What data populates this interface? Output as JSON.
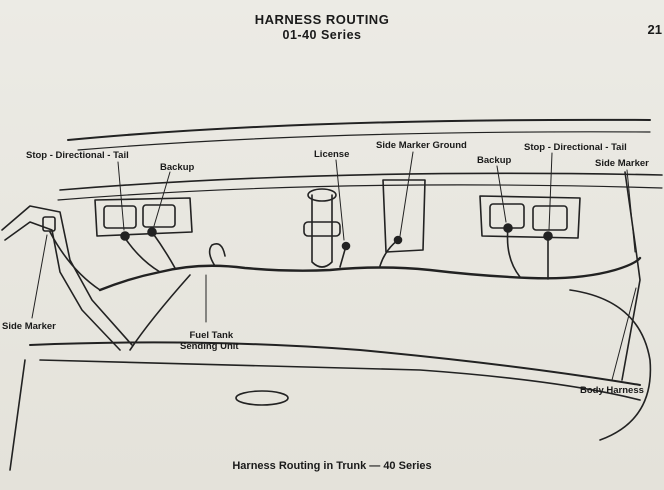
{
  "header": {
    "title": "HARNESS ROUTING",
    "subtitle": "01-40 Series",
    "page_number": "21"
  },
  "labels": {
    "stop_left": "Stop - Directional - Tail",
    "backup_left": "Backup",
    "license": "License",
    "side_marker_ground": "Side Marker Ground",
    "backup_right": "Backup",
    "stop_right": "Stop - Directional - Tail",
    "side_marker_right": "Side Marker",
    "side_marker_left": "Side Marker",
    "fuel_tank_1": "Fuel Tank",
    "fuel_tank_2": "Sending Unit",
    "body_harness": "Body Harness"
  },
  "caption": "Harness Routing in Trunk — 40 Series"
}
